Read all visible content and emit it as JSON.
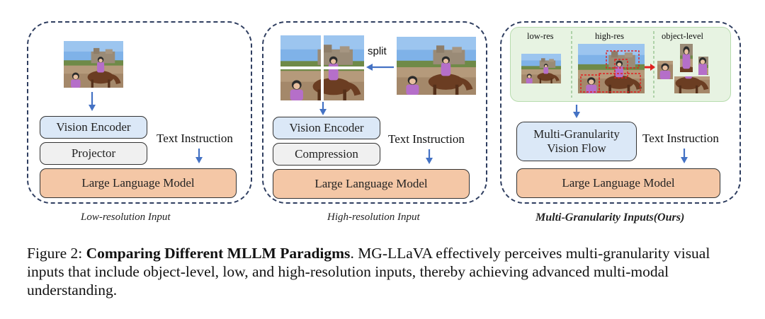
{
  "panels": [
    {
      "title": "Low-resolution Input",
      "vision_encoder": "Vision Encoder",
      "projector": "Projector",
      "text_instruction": "Text Instruction",
      "llm": "Large Language Model"
    },
    {
      "title": "High-resolution Input",
      "split_label": "split",
      "vision_encoder": "Vision Encoder",
      "compression": "Compression",
      "text_instruction": "Text Instruction",
      "llm": "Large Language Model"
    },
    {
      "title": "Multi-Granularity Inputs(Ours)",
      "low_res": "low-res",
      "high_res": "high-res",
      "object_level": "object-level",
      "flow_line1": "Multi-Granularity",
      "flow_line2": "Vision Flow",
      "text_instruction": "Text Instruction",
      "llm": "Large Language Model"
    }
  ],
  "caption": {
    "prefix": "Figure 2: ",
    "bold": "Comparing Different MLLM Paradigms",
    "rest": ". MG-LLaVA effectively perceives multi-granularity visual inputs that include object-level, low, and high-resolution inputs, thereby achieving advanced multi-modal understanding."
  },
  "colors": {
    "panel_border": "#2f3e60",
    "arrow": "#4472c4",
    "encoder_fill": "#dbe8f7",
    "llm_fill": "#f4c7a6",
    "region_fill": "#e7f3e2",
    "bbox": "#e02020"
  }
}
